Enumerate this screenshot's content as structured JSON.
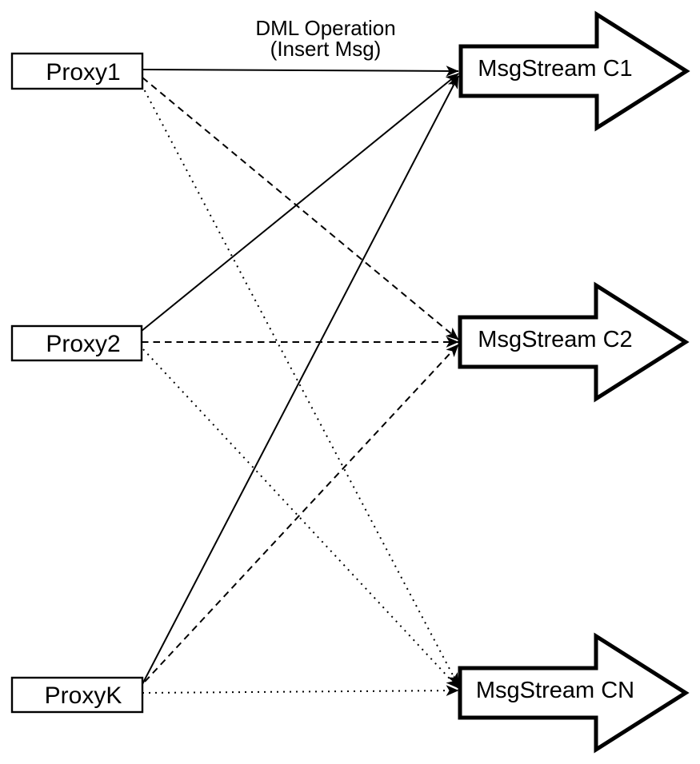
{
  "diagram": {
    "title_line1": "DML Operation",
    "title_line2": "(Insert Msg)",
    "proxies": [
      {
        "id": "proxy1",
        "label": "Proxy1"
      },
      {
        "id": "proxy2",
        "label": "Proxy2"
      },
      {
        "id": "proxyk",
        "label": "ProxyK"
      }
    ],
    "streams": [
      {
        "id": "c1",
        "label": "MsgStream C1"
      },
      {
        "id": "c2",
        "label": "MsgStream C2"
      },
      {
        "id": "cn",
        "label": "MsgStream CN"
      }
    ],
    "edges": [
      {
        "from": "proxy1",
        "to": "c1",
        "style": "solid"
      },
      {
        "from": "proxy2",
        "to": "c1",
        "style": "solid"
      },
      {
        "from": "proxyk",
        "to": "c1",
        "style": "solid"
      },
      {
        "from": "proxy1",
        "to": "c2",
        "style": "dashed"
      },
      {
        "from": "proxy2",
        "to": "c2",
        "style": "dashed"
      },
      {
        "from": "proxyk",
        "to": "c2",
        "style": "dashed"
      },
      {
        "from": "proxy1",
        "to": "cn",
        "style": "dotted"
      },
      {
        "from": "proxy2",
        "to": "cn",
        "style": "dotted"
      },
      {
        "from": "proxyk",
        "to": "cn",
        "style": "dotted"
      }
    ],
    "colors": {
      "stroke": "#000000",
      "fill": "#ffffff",
      "background": "#ffffff"
    }
  }
}
